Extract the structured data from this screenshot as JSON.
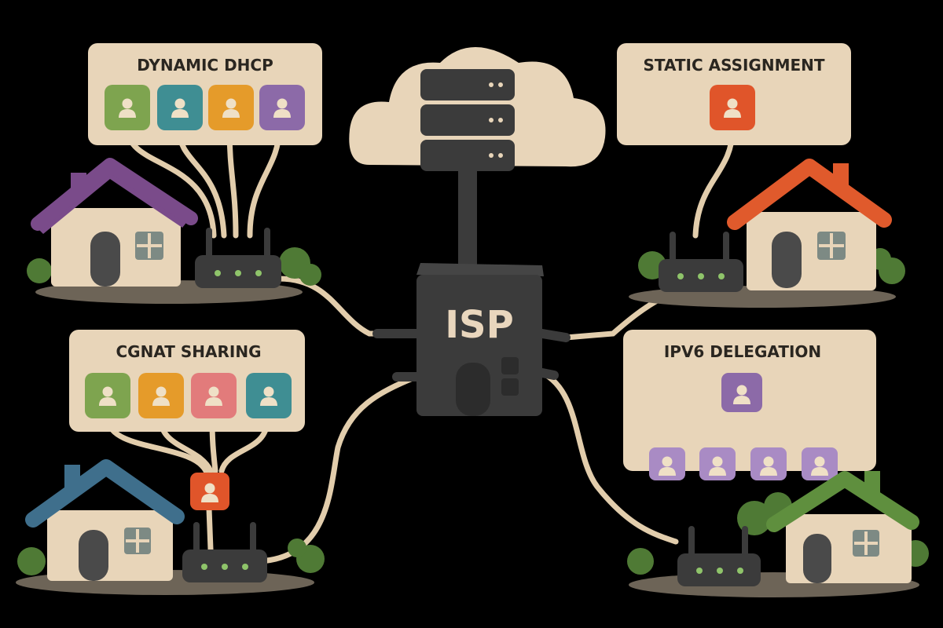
{
  "diagram": {
    "center": {
      "label": "ISP"
    },
    "panels": {
      "dynamic": {
        "title": "DYNAMIC DHCP"
      },
      "static": {
        "title": "STATIC ASSIGNMENT"
      },
      "cgnat": {
        "title": "CGNAT SHARING"
      },
      "ipv6": {
        "title": "IPV6 DELEGATION"
      }
    }
  },
  "colors": {
    "background": "#000000",
    "clay_beige": "#e8d5b9",
    "dark_clay": "#3b3b3b",
    "green": "#7ea44f",
    "teal": "#3f8e93",
    "orange": "#e59b2a",
    "purple": "#8c6aa8",
    "red_orange": "#e0552a",
    "pink": "#e27b7b",
    "roof_purple": "#7a4b8a",
    "roof_orange": "#e05a2c",
    "roof_blue": "#3f6f8c",
    "roof_green": "#5f8f3e"
  },
  "icons": [
    "cloud-icon",
    "server-icon",
    "house-icon",
    "router-icon",
    "user-icon",
    "bush-icon"
  ]
}
